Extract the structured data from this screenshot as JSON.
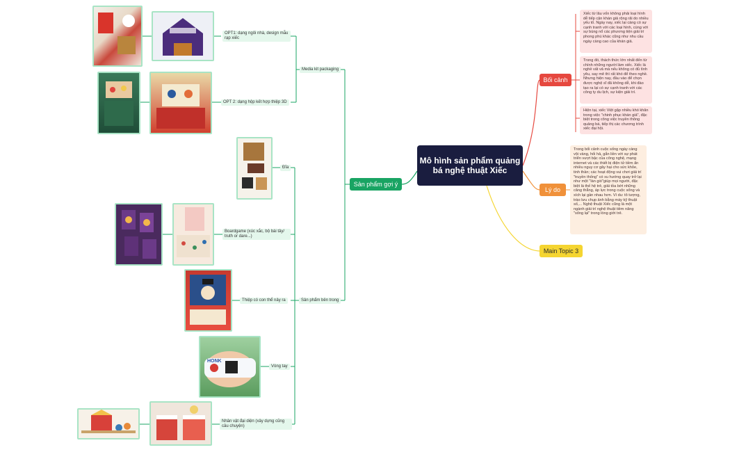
{
  "central_topic": "Mô hình sản phẩm quảng bá nghệ thuật Xiếc",
  "colors": {
    "central_bg": "#1a1d3f",
    "green": "#19a463",
    "red": "#e6483f",
    "orange": "#f0913a",
    "yellow": "#f5d531",
    "note_red_bg": "#fde2e2",
    "note_orange_bg": "#fdeee0"
  },
  "right_branches": {
    "boi_canh": {
      "label": "Bối cảnh",
      "notes": [
        "Xiếc từ lâu vốn không phải loại hình dễ tiếp cận khán giả rộng rãi do nhiều yếu tố. Ngày nay, xiếc lại càng có sự cạnh tranh với các loại hình, cùng với sự bùng nổ các phương tiện giải trí phong phú khác cũng như nhu cầu ngày càng cao của khán giả.",
        "Trong đó, thách thức lớn nhất đến từ chính những người làm xiếc. Xiếc là nghề vất vả mà nếu không có đủ tình yêu, say mê thì rất khó để theo nghề. Nhưng hiện nay, đầu vào để chọn được nghệ sĩ đã không dễ, khi đào tạo ra lại có sự cạnh tranh với các công ty du lịch, sự kiện giải trí.",
        "Hiện tại, xiếc Việt gặp nhiều khó khăn trong việc \"chinh phục khán giả\", đặc biệt trong công việc truyền thông quảng bá, tiếp thị các chương trình xiếc đại hội."
      ]
    },
    "ly_do": {
      "label": "Lý do",
      "note": "Trong bối cảnh cuộc sống ngày càng vội vàng, hối hả, gắn liền với sự phát triển vượt bậc của công nghệ, mạng internet và các thiết bị điện tử tiềm ẩn nhiều nguy cơ gây hại cho sức khỏe, tinh thần; các hoạt động vui chơi giải trí \"truyền thống\" có xu hướng quay trở lại như một \"làn gió\"giúp mọi người, đặc biệt là thế hệ trẻ, giải tỏa bớt những căng thẳng, áp lực trong cuộc sống và xích lại gần nhau hơn. Vì du: tô tượng, trào lưu chụp ảnh bằng máy kỹ thuật số,... Nghệ thuật Xiếc cũng là một ngành giải trí nghệ thuật tiềm năng \"sống lại\" trong lòng giới trẻ."
    },
    "main_topic_3": {
      "label": "Main Topic 3"
    }
  },
  "left_branch": {
    "label": "Sản phẩm gợi ý",
    "groups": [
      {
        "label": "Media kit packaging",
        "items": [
          {
            "label": "OPT1: dạng ngôi nhà, design mẫu rạp xiếc",
            "images": [
              "circus-house-kit-photo",
              "dairy-milk-house-box-photo"
            ]
          },
          {
            "label": "OPT 2: dạng hộp kết hợp thiệp 3D",
            "images": [
              "green-popup-box-photo",
              "red-3d-card-box-photo"
            ]
          }
        ]
      },
      {
        "label": "Sản phẩm bên trong",
        "items": [
          {
            "label": "Đĩa",
            "images": [
              "disc-packaging-photo"
            ]
          },
          {
            "label": "Boardgame (xúc xắc, bộ bài tây/ truth or dare...)",
            "images": [
              "purple-card-deck-photo",
              "board-game-photo"
            ]
          },
          {
            "label": "Thiệp có con thể nảy ra",
            "images": [
              "popup-card-photo"
            ]
          },
          {
            "label": "Vòng tay",
            "images": [
              "wristband-photo"
            ]
          },
          {
            "label": "Nhân vật đại diện (xây dựng cũng câu chuyện)",
            "images": [
              "circus-figures-photo",
              "circus-booth-photo"
            ]
          }
        ]
      }
    ]
  }
}
